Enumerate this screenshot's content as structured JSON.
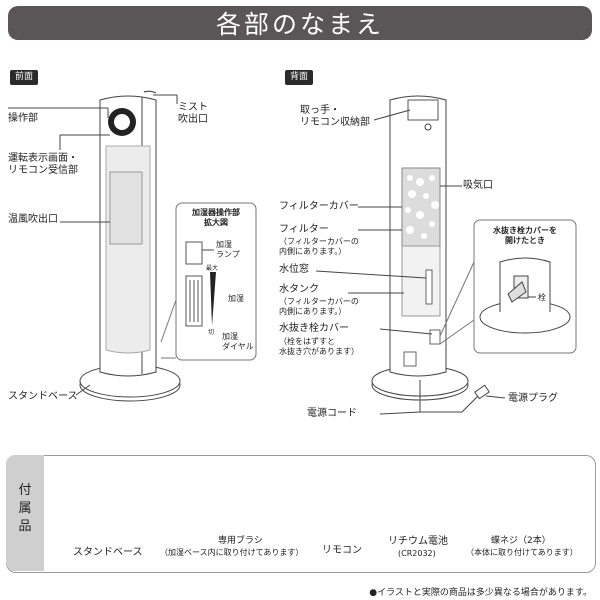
{
  "title": "各部のなまえ",
  "front": {
    "tag": "前面",
    "labels": {
      "control_panel": "操作部",
      "mist_outlet": "ミスト\n吹出口",
      "display": "運転表示画面・\nリモコン受信部",
      "warm_air": "温風吹出口",
      "stand_base": "スタンドベース"
    },
    "zoom": {
      "title": "加湿器操作部\n拡大図",
      "lamp": "加湿\nランプ",
      "max": "最大",
      "humidify": "加湿",
      "off": "切",
      "dial": "加湿\nダイヤル"
    }
  },
  "back": {
    "tag": "背面",
    "labels": {
      "handle": "取っ手・\nリモコン収納部",
      "intake": "吸気口",
      "filter_cover": "フィルターカバー",
      "filter": "フィルター",
      "filter_note": "（フィルターカバーの\n内側にあります。）",
      "water_window": "水位窓",
      "water_tank": "水タンク",
      "tank_note": "（フィルターカバーの\n内側にあります。）",
      "drain_cover": "水抜き栓カバー",
      "drain_note": "（栓をはずすと\n水抜き穴があります）",
      "power_plug": "電源プラグ",
      "power_cord": "電源コード"
    },
    "zoom": {
      "title": "水抜き栓カバーを\n開けたとき",
      "plug": "栓"
    }
  },
  "accessories": {
    "side_label": "付\n属\n品",
    "items": [
      {
        "name": "スタンドベース",
        "note": ""
      },
      {
        "name": "専用ブラシ",
        "note": "（加湿ベース内に取り付けてあります）"
      },
      {
        "name": "リモコン",
        "note": ""
      },
      {
        "name": "リチウム電池",
        "note": "(CR2032)"
      },
      {
        "name": "蝶ネジ（2本）",
        "note": "（本体に取り付けてあります）"
      }
    ]
  },
  "footnote": "●イラストと実際の商品は多少異なる場合があります。"
}
